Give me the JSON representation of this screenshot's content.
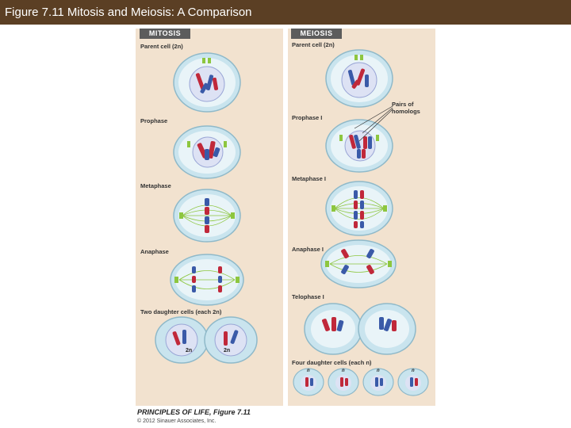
{
  "header": {
    "title": "Figure 7.11  Mitosis and Meiosis: A Comparison"
  },
  "mitosis": {
    "heading": "MITOSIS",
    "stages": [
      "Parent cell (2n)",
      "Prophase",
      "Metaphase",
      "Anaphase",
      "Two daughter cells (each 2n)"
    ],
    "ploidy_labels": [
      "2n",
      "2n"
    ]
  },
  "meiosis": {
    "heading": "MEIOSIS",
    "stages": [
      "Parent cell (2n)",
      "Prophase I",
      "Metaphase I",
      "Anaphase I",
      "Telophase I",
      "Four daughter cells (each n)"
    ],
    "annotation": "Pairs of homologs",
    "ploidy_labels": [
      "n",
      "n",
      "n",
      "n"
    ]
  },
  "footer": {
    "credit": "PRINCIPLES OF LIFE, Figure 7.11",
    "copyright": "© 2012 Sinauer Associates, Inc."
  },
  "colors": {
    "title_bar": "#5b3f24",
    "panel": "#f2e2cf",
    "cell_membrane": "#c9e4ee",
    "nucleus": "#dde2f4",
    "chromosome_red": "#c0283a",
    "chromosome_blue": "#3a5aa8",
    "spindle": "#8dc63f"
  }
}
